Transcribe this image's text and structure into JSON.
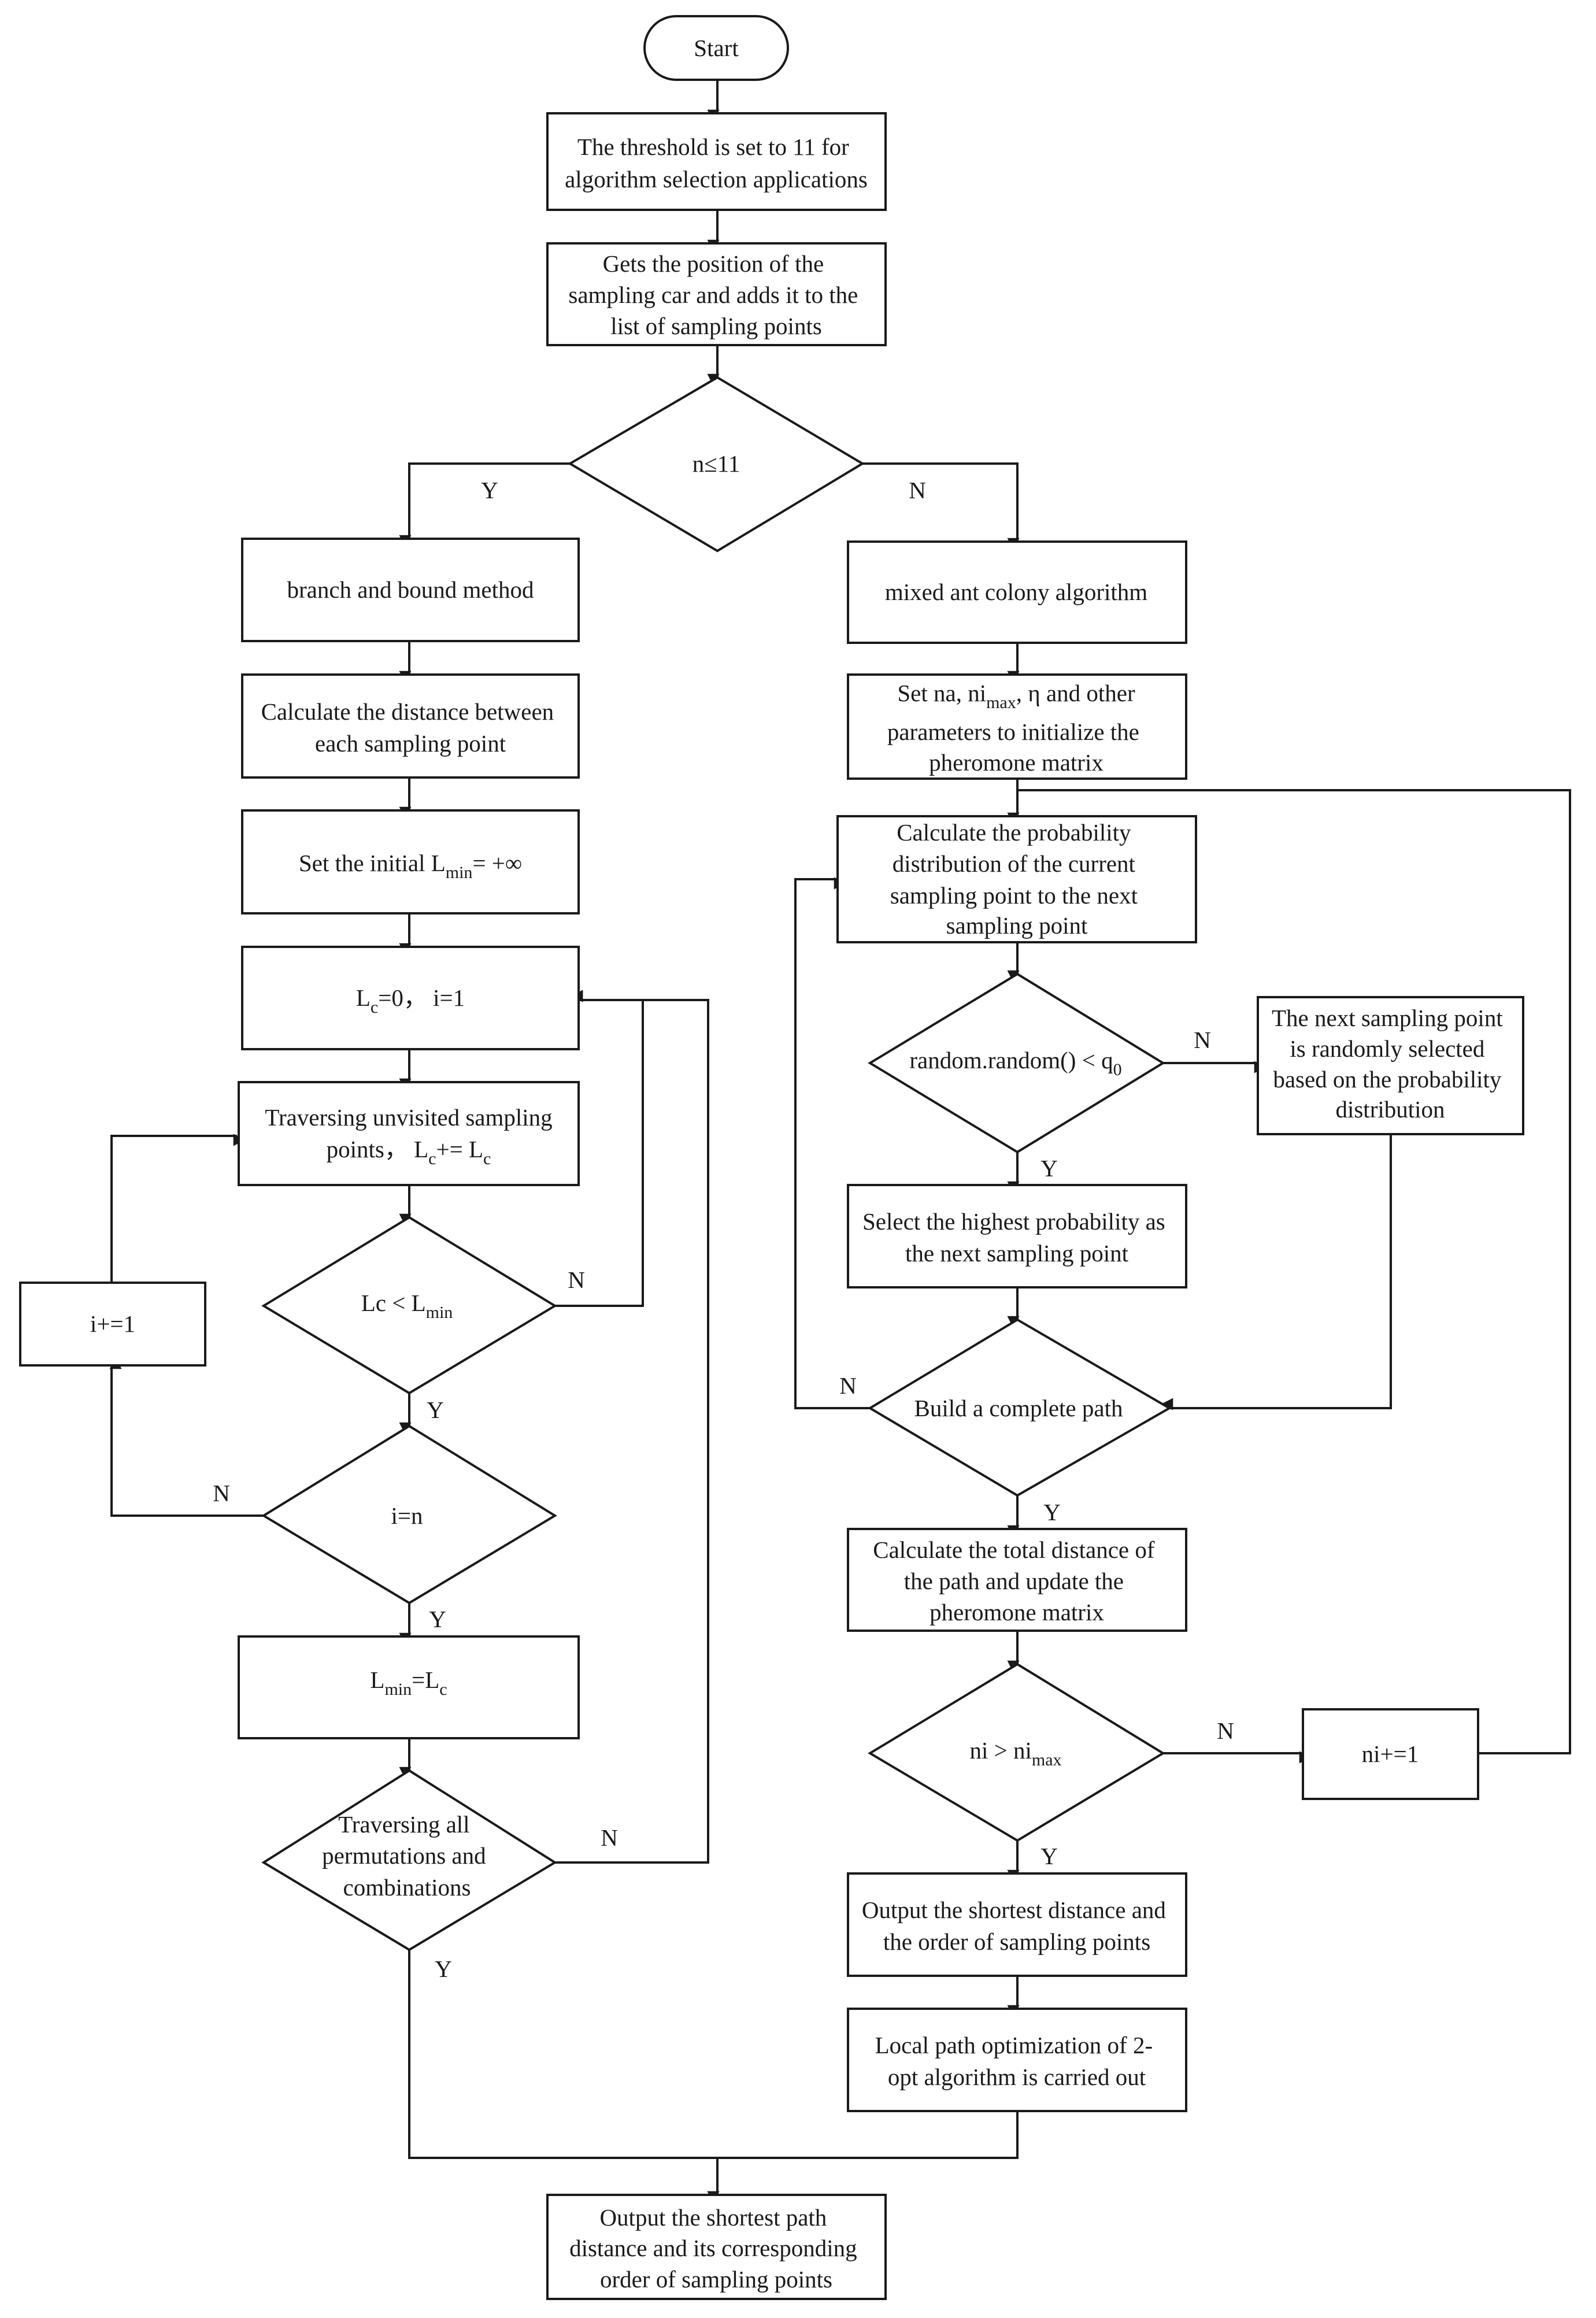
{
  "nodes": {
    "start": {
      "text": "Start"
    },
    "threshold": {
      "lines": [
        "The threshold is set to 11 for",
        "algorithm selection applications"
      ]
    },
    "get_position": {
      "lines": [
        "Gets the position of the",
        "sampling car and adds it to the",
        "list of sampling points"
      ]
    },
    "decision_n": {
      "text": "n≤11"
    },
    "branch_bound": {
      "text": "branch and bound method"
    },
    "calc_distance": {
      "lines": [
        "Calculate the distance between",
        "each sampling point"
      ]
    },
    "set_lmin": {
      "prefix": "Set the initial L",
      "sub": "min",
      "suffix": "= +∞"
    },
    "lc_init": {
      "prefix": "L",
      "sub": "c",
      "suffix": "=0， i=1"
    },
    "traverse_unvisited": {
      "line1": "Traversing unvisited sampling",
      "line2_prefix": "points， L",
      "line2_sub1": "c",
      "line2_mid": "+= L",
      "line2_sub2": "c"
    },
    "decision_lc": {
      "prefix": "Lc < L",
      "sub": "min"
    },
    "increment_i": {
      "text": "i+=1"
    },
    "decision_i": {
      "text": "i=n"
    },
    "lmin_assign": {
      "prefix": "L",
      "sub1": "min",
      "mid": "=L",
      "sub2": "c"
    },
    "decision_traverse_all": {
      "lines": [
        "Traversing all",
        "permutations and",
        "combinations"
      ]
    },
    "ant_colony": {
      "text": "mixed ant colony algorithm"
    },
    "set_params": {
      "line1_prefix": "Set na, ni",
      "line1_sub": "max",
      "line1_suffix": ", η and other",
      "line2": "parameters to initialize the",
      "line3": "pheromone matrix"
    },
    "calc_probability": {
      "lines": [
        "Calculate the probability",
        "distribution of the current",
        "sampling point to the next",
        "sampling point"
      ]
    },
    "decision_random": {
      "prefix": "random.random() < q",
      "sub": "0"
    },
    "random_select": {
      "lines": [
        "The next sampling point",
        "is randomly selected",
        "based on the probability",
        "distribution"
      ]
    },
    "select_highest": {
      "lines": [
        "Select the highest probability as",
        "the next sampling point"
      ]
    },
    "decision_complete": {
      "text": "Build a complete path"
    },
    "calc_total": {
      "lines": [
        "Calculate the total distance of",
        "the path and update the",
        "pheromone matrix"
      ]
    },
    "decision_ni": {
      "prefix": "ni > ni",
      "sub": "max"
    },
    "ni_increment": {
      "text": "ni+=1"
    },
    "output_shortest": {
      "lines": [
        "Output the shortest distance and",
        "the order of sampling points"
      ]
    },
    "local_opt": {
      "lines": [
        "Local path optimization of 2-",
        "opt algorithm is carried out"
      ]
    },
    "final_output": {
      "lines": [
        "Output the shortest path",
        "distance and its corresponding",
        "order of sampling points"
      ]
    }
  },
  "edge_labels": {
    "n_yes": "Y",
    "n_no": "N",
    "lc_no": "N",
    "lc_yes": "Y",
    "i_no": "N",
    "i_yes": "Y",
    "traverse_no": "N",
    "traverse_yes": "Y",
    "random_no": "N",
    "random_yes": "Y",
    "complete_no": "N",
    "complete_yes": "Y",
    "ni_no": "N",
    "ni_yes": "Y"
  }
}
